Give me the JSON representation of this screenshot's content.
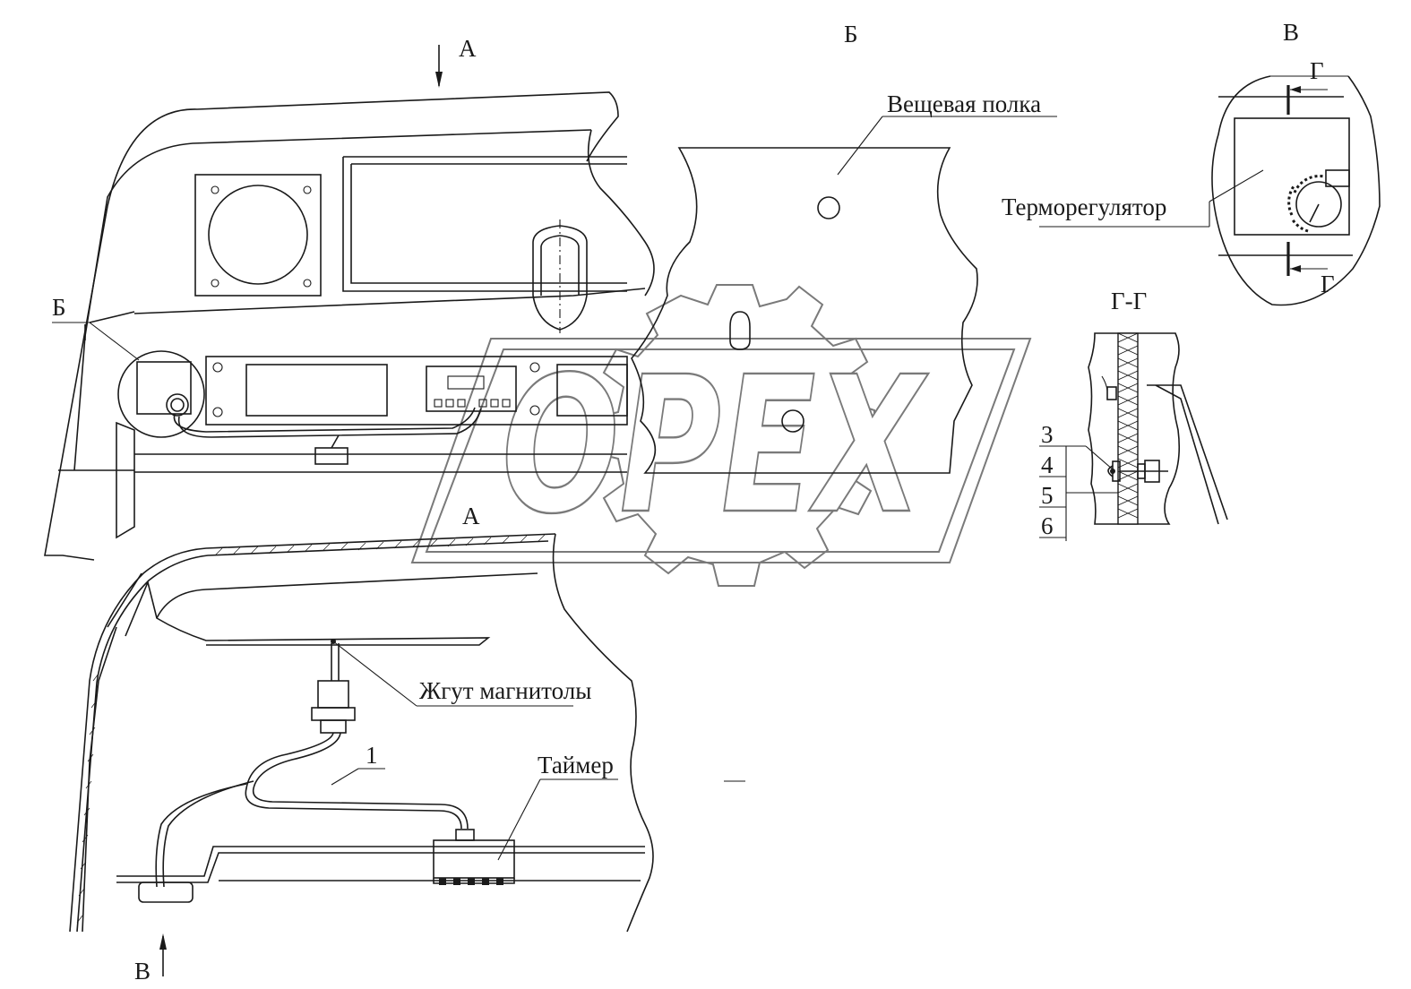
{
  "view_labels": {
    "view_a_top": "А",
    "view_a_bottom": "А",
    "view_b_title": "Б",
    "view_b_callout": "Б",
    "view_v_title": "В",
    "view_v_bottom": "В",
    "section_g_top": "Г",
    "section_g_bottom": "Г",
    "section_gg_title": "Г-Г"
  },
  "callouts": {
    "shelf": "Вещевая полка",
    "thermostat": "Терморегулятор",
    "harness": "Жгут магнитолы",
    "timer": "Таймер",
    "part_1": "1"
  },
  "part_numbers": [
    "3",
    "4",
    "5",
    "6"
  ],
  "watermark": {
    "text": "OPEX",
    "color": "#7a7a7a"
  }
}
